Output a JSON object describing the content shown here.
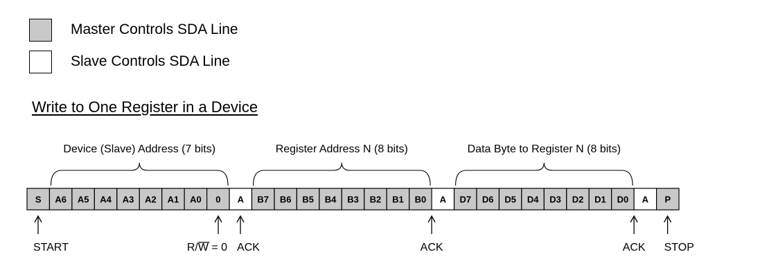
{
  "legend": {
    "master": {
      "label": "Master Controls SDA Line",
      "color": "#c8c8c8"
    },
    "slave": {
      "label": "Slave Controls SDA Line",
      "color": "#ffffff"
    }
  },
  "section_title": "Write to One Register in a Device",
  "frame": {
    "cells": [
      {
        "label": "S",
        "controller": "master"
      },
      {
        "label": "A6",
        "controller": "master"
      },
      {
        "label": "A5",
        "controller": "master"
      },
      {
        "label": "A4",
        "controller": "master"
      },
      {
        "label": "A3",
        "controller": "master"
      },
      {
        "label": "A2",
        "controller": "master"
      },
      {
        "label": "A1",
        "controller": "master"
      },
      {
        "label": "A0",
        "controller": "master"
      },
      {
        "label": "0",
        "controller": "master"
      },
      {
        "label": "A",
        "controller": "slave"
      },
      {
        "label": "B7",
        "controller": "master"
      },
      {
        "label": "B6",
        "controller": "master"
      },
      {
        "label": "B5",
        "controller": "master"
      },
      {
        "label": "B4",
        "controller": "master"
      },
      {
        "label": "B3",
        "controller": "master"
      },
      {
        "label": "B2",
        "controller": "master"
      },
      {
        "label": "B1",
        "controller": "master"
      },
      {
        "label": "B0",
        "controller": "master"
      },
      {
        "label": "A",
        "controller": "slave"
      },
      {
        "label": "D7",
        "controller": "master"
      },
      {
        "label": "D6",
        "controller": "master"
      },
      {
        "label": "D5",
        "controller": "master"
      },
      {
        "label": "D4",
        "controller": "master"
      },
      {
        "label": "D3",
        "controller": "master"
      },
      {
        "label": "D2",
        "controller": "master"
      },
      {
        "label": "D1",
        "controller": "master"
      },
      {
        "label": "D0",
        "controller": "master"
      },
      {
        "label": "A",
        "controller": "slave"
      },
      {
        "label": "P",
        "controller": "master"
      }
    ],
    "groups": [
      {
        "label": "Device (Slave) Address (7 bits)",
        "from": 1,
        "to": 8
      },
      {
        "label": "Register Address N (8 bits)",
        "from": 10,
        "to": 17
      },
      {
        "label": "Data Byte to Register N (8 bits)",
        "from": 19,
        "to": 26
      }
    ],
    "markers": [
      {
        "label": "START",
        "cell": 0,
        "anchor": "start"
      },
      {
        "label": "R/W = 0",
        "cell": 8,
        "anchor": "end",
        "overline": "W"
      },
      {
        "label": "ACK",
        "cell": 9,
        "anchor": "start"
      },
      {
        "label": "ACK",
        "cell": 18,
        "anchor": "middle"
      },
      {
        "label": "ACK",
        "cell": 27,
        "anchor": "middle"
      },
      {
        "label": "STOP",
        "cell": 28,
        "anchor": "start"
      }
    ]
  }
}
